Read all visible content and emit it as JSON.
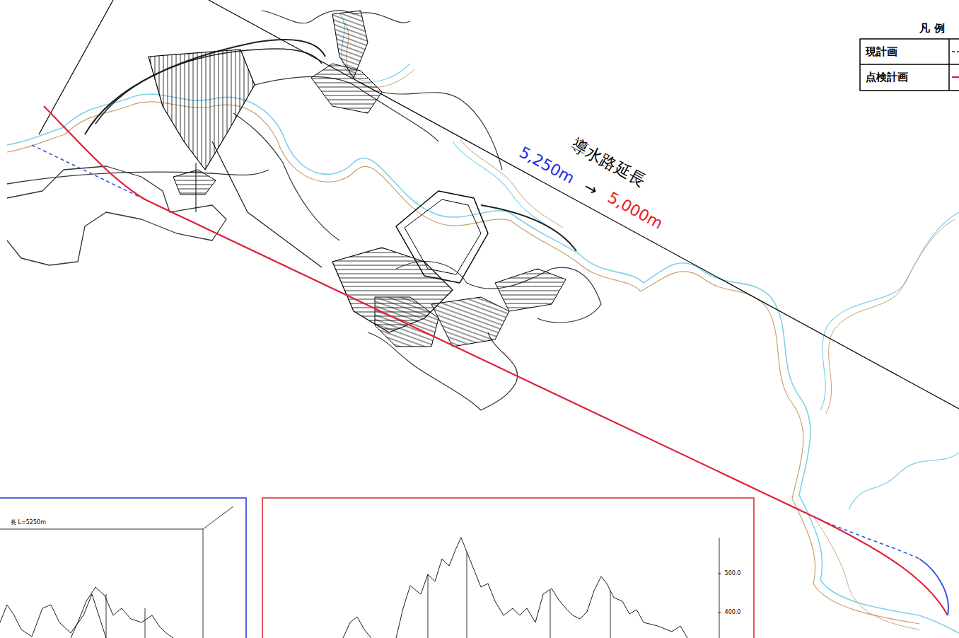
{
  "diagram": {
    "labels": [
      "導水路延長",
      "5,250m",
      "→",
      "5,000m",
      "凡 例",
      "長 L=5250m",
      "500.0",
      "400.0"
    ],
    "legend": [
      {
        "text": "現計画"
      },
      {
        "text": "点検計画"
      }
    ]
  }
}
